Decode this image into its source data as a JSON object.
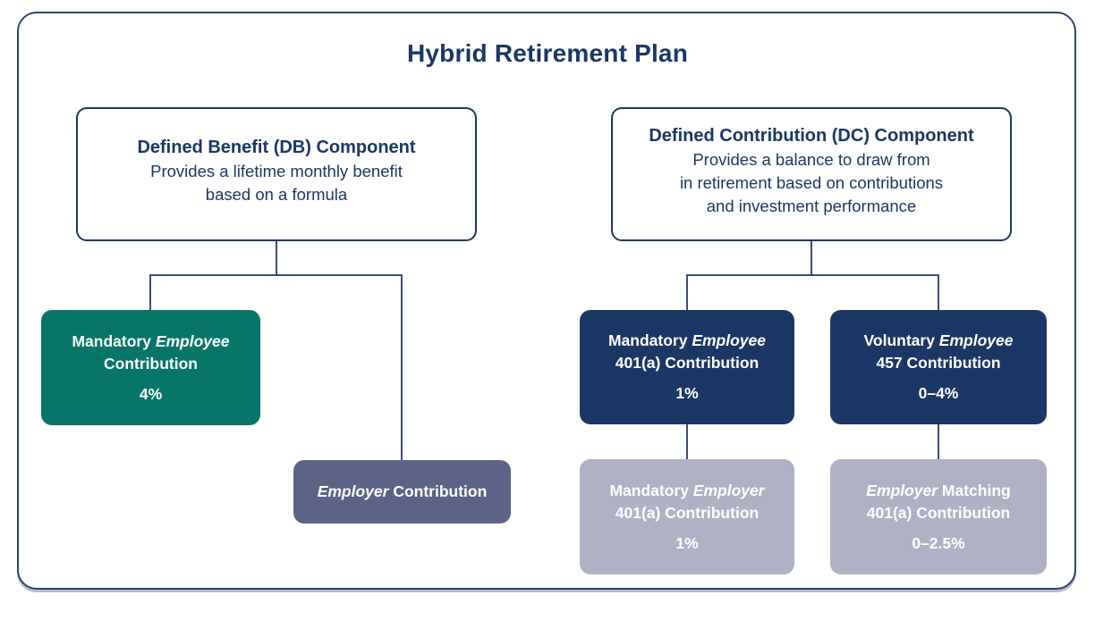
{
  "title": "Hybrid Retirement Plan",
  "palette": {
    "navy_text": "#1B3764",
    "navy_fill": "#1B3765",
    "teal_fill": "#087569",
    "slate_fill": "#5D6386",
    "light_gray_fill": "#AFB1C4",
    "connector_line": "#3D4D78",
    "card_text": "#FFFFFF"
  },
  "components": {
    "db": {
      "heading": "Defined Benefit (DB) Component",
      "desc": [
        "Provides a lifetime monthly benefit",
        "based on a formula"
      ]
    },
    "dc": {
      "heading": "Defined Contribution (DC) Component",
      "desc": [
        "Provides a balance to draw from",
        "in retirement based on contributions",
        "and investment performance"
      ]
    }
  },
  "nodes": {
    "db_employee": {
      "pre": "Mandatory ",
      "em": "Employee",
      "post": "",
      "line2": "Contribution",
      "value": "4%"
    },
    "db_employer": {
      "pre": "",
      "em": "Employer",
      "post": " Contribution"
    },
    "dc_employee_401a": {
      "pre": "Mandatory ",
      "em": "Employee",
      "post": "",
      "line2": "401(a) Contribution",
      "value": "1%"
    },
    "dc_employee_457": {
      "pre": "Voluntary ",
      "em": "Employee",
      "post": "",
      "line2": "457 Contribution",
      "value": "0–4%"
    },
    "dc_employer_401a": {
      "pre": "Mandatory ",
      "em": "Employer",
      "post": "",
      "line2": "401(a) Contribution",
      "value": "1%"
    },
    "dc_employer_match": {
      "pre": "",
      "em": "Employer",
      "post": " Matching",
      "line2": "401(a) Contribution",
      "value": "0–2.5%"
    }
  }
}
